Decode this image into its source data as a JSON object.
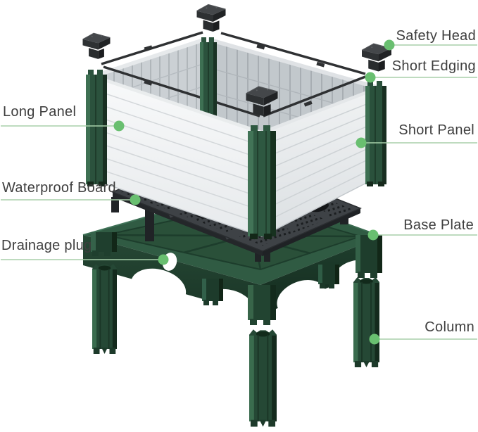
{
  "callouts": {
    "left": [
      {
        "id": "long_panel",
        "text": "Long Panel"
      },
      {
        "id": "waterproof_board",
        "text": "Waterproof Board"
      },
      {
        "id": "drainage_plug",
        "text": "Drainage plug"
      }
    ],
    "right": [
      {
        "id": "safety_head",
        "text": "Safety Head"
      },
      {
        "id": "short_edging",
        "text": "Short Edging"
      },
      {
        "id": "short_panel",
        "text": "Short Panel"
      },
      {
        "id": "base_plate",
        "text": "Base Plate"
      },
      {
        "id": "column",
        "text": "Column"
      }
    ]
  },
  "colors": {
    "background": "#ffffff",
    "callout_line": "#a8cfaa",
    "callout_dot": "#69bf70",
    "label_text": "#3e3e3e",
    "plastic_green_dark": "#1b3728",
    "plastic_green": "#2d573f",
    "plastic_green_light": "#3f7254",
    "panel_white": "#f6f7f8",
    "inner_panel_gray": "#c8cdd1",
    "hardware_black": "#2b2d2f"
  }
}
